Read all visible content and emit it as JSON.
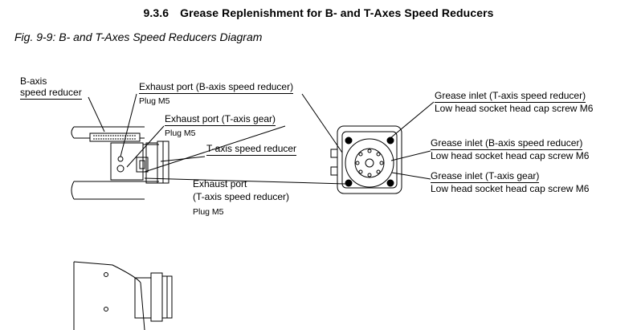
{
  "title": {
    "section": "9.3.6",
    "text": "Grease Replenishment for B- and T-Axes Speed Reducers"
  },
  "caption": "Fig. 9-9: B- and T-Axes Speed Reducers Diagram",
  "labels": {
    "baxis_line1": "B-axis",
    "baxis_line2": "speed reducer",
    "exhaust_b": "Exhaust port (B-axis speed reducer)",
    "plug_1": "Plug M5",
    "exhaust_tgear": "Exhaust port (T-axis gear)",
    "plug_2": "Plug M5",
    "taxis_reducer": "T-axis speed reducer",
    "exhaust_t_line1": "Exhaust port",
    "exhaust_t_line2": "(T-axis speed reducer)",
    "plug_3": "Plug M5",
    "inlet_t_reducer": "Grease inlet (T-axis speed reducer)",
    "screw_1": "Low head socket head cap screw M6",
    "inlet_b_reducer": "Grease inlet (B-axis speed reducer)",
    "screw_2": "Low head socket head cap screw M6",
    "inlet_t_gear": "Grease inlet (T-axis gear)",
    "screw_3": "Low head socket head cap screw M6"
  }
}
